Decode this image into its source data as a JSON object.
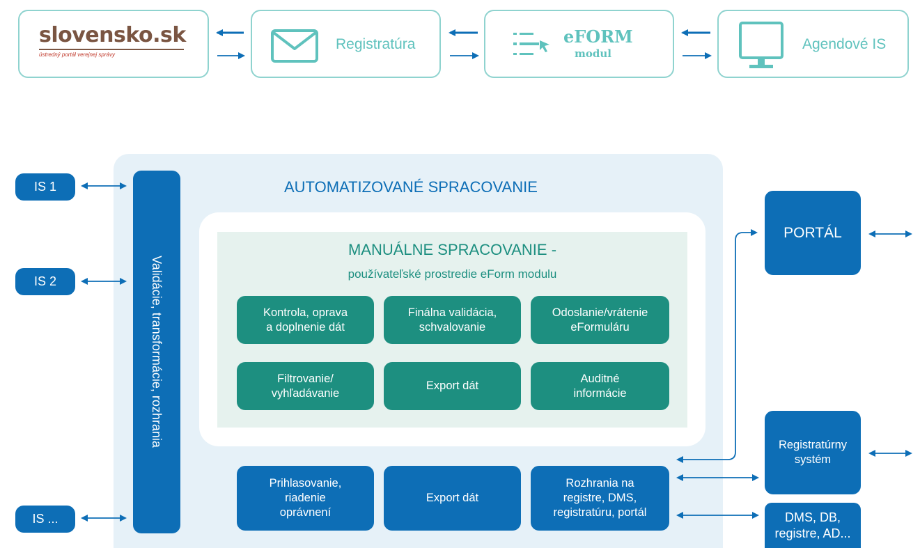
{
  "top_flow": {
    "slovensko": {
      "logo_text": "slovensko.sk",
      "tagline": "ústredný portál verejnej správy"
    },
    "registratura": {
      "label": "Registratúra",
      "icon": "envelope-icon"
    },
    "eform": {
      "title": "eFORM",
      "subtitle": "modul",
      "icon": "list-icon"
    },
    "agendove": {
      "label": "Agendové IS",
      "icon": "monitor-icon"
    }
  },
  "left_systems": [
    "IS 1",
    "IS 2",
    "IS ..."
  ],
  "validation_bar": "Validácie, transformácie, rozhrania",
  "automated": {
    "title": "AUTOMATIZOVANÉ SPRACOVANIE"
  },
  "manual": {
    "title": "MANUÁLNE SPRACOVANIE -",
    "subtitle": "používateľské prostredie eForm modulu",
    "items": [
      [
        "Kontrola, oprava",
        "a doplnenie dát"
      ],
      [
        "Finálna validácia,",
        "schvalovanie"
      ],
      [
        "Odoslanie/vrátenie",
        "eFormuláru"
      ],
      [
        "Filtrovanie/",
        "vyhľadávanie"
      ],
      [
        "Export dát"
      ],
      [
        "Auditné",
        "informácie"
      ]
    ]
  },
  "bottom_items": [
    [
      "Prihlasovanie,",
      "riadenie",
      "oprávnení"
    ],
    [
      "Export dát"
    ],
    [
      "Rozhrania na",
      "registre, DMS,",
      "registratúru, portál"
    ]
  ],
  "right_systems": {
    "portal": "PORTÁL",
    "registratura": [
      "Registratúrny",
      "systém"
    ],
    "dms": [
      "DMS, DB,",
      "registre, AD..."
    ]
  },
  "colors": {
    "teal": "#1d8f80",
    "blue": "#0d6eb6",
    "light_teal": "#8fd3cf",
    "panel_bg": "#e6f1f8",
    "inner_bg": "#e6f2ee",
    "logo_brown": "#7a5542",
    "logo_red": "#c0392b"
  }
}
